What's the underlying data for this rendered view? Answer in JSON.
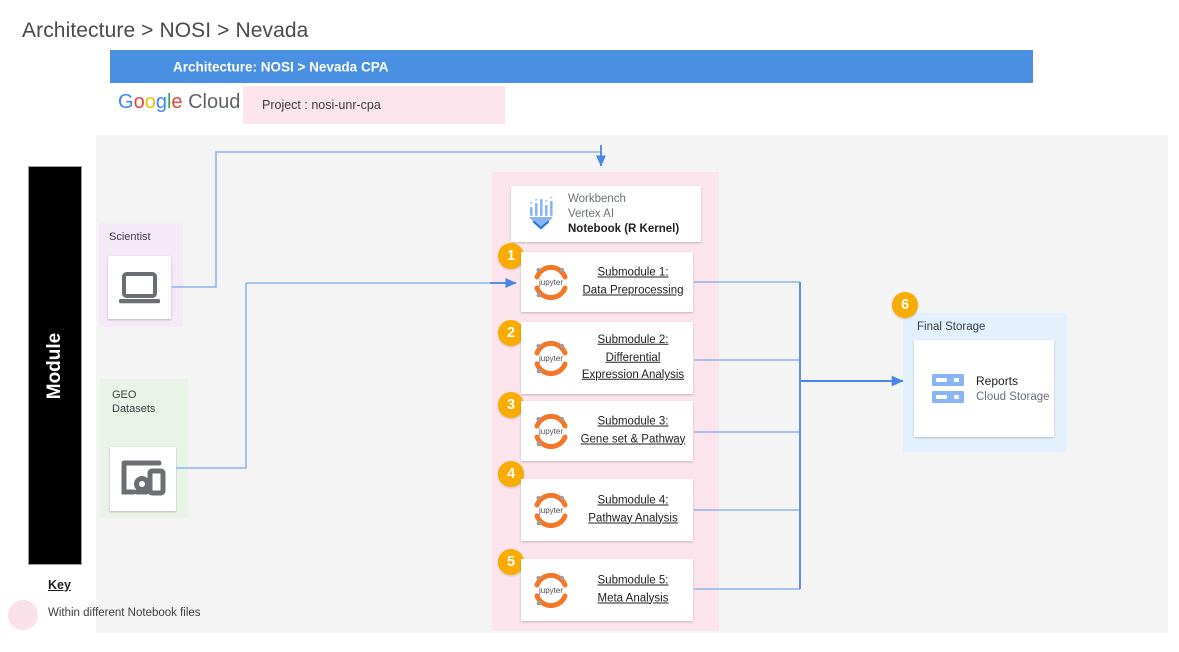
{
  "breadcrumb": "Architecture > NOSI > Nevada",
  "title_bar": {
    "text": "Architecture: NOSI > Nevada CPA",
    "color": "#4a90e2"
  },
  "gcloud": {
    "logo_parts": [
      "G",
      "o",
      "o",
      "g",
      "l",
      "e",
      " Cloud"
    ],
    "project_label": "Project : nosi-unr-cpa",
    "chip_color": "#fce4ec"
  },
  "module_bar": {
    "label": "Module",
    "color": "#000000"
  },
  "key": {
    "title": "Key",
    "description": "Within different  Notebook files",
    "swatch_color": "#fae0e8"
  },
  "sources": {
    "scientist": {
      "label": "Scientist",
      "group_color": "#f5e9f7",
      "icon": "laptop-icon"
    },
    "geo": {
      "label": "GEO Datasets",
      "group_color": "#eaf3e7",
      "icon": "datasets-icon"
    }
  },
  "notebook_container": {
    "color": "#fbe4ec"
  },
  "workbench": {
    "line1": "Workbench",
    "line2": "Vertex AI",
    "line3": "Notebook (R Kernel)",
    "icon": "vertex-ai-workbench-icon"
  },
  "submodules": [
    {
      "badge": "1",
      "line1": "Submodule 1:",
      "line2": "Data Preprocessing",
      "line3": ""
    },
    {
      "badge": "2",
      "line1": "Submodule 2:",
      "line2": "Differential",
      "line3": "Expression Analysis"
    },
    {
      "badge": "3",
      "line1": "Submodule 3:",
      "line2": "Gene set & Pathway",
      "line3": ""
    },
    {
      "badge": "4",
      "line1": "Submodule 4:",
      "line2": "Pathway Analysis",
      "line3": ""
    },
    {
      "badge": "5",
      "line1": "Submodule 5:",
      "line2": "Meta Analysis",
      "line3": ""
    }
  ],
  "final_storage": {
    "badge": "6",
    "group_label": "Final Storage",
    "group_color": "#e3f0fd",
    "line1": "Reports",
    "line2": "Cloud Storage",
    "icon": "cloud-storage-icon"
  },
  "connector_color": "#4a86e8"
}
